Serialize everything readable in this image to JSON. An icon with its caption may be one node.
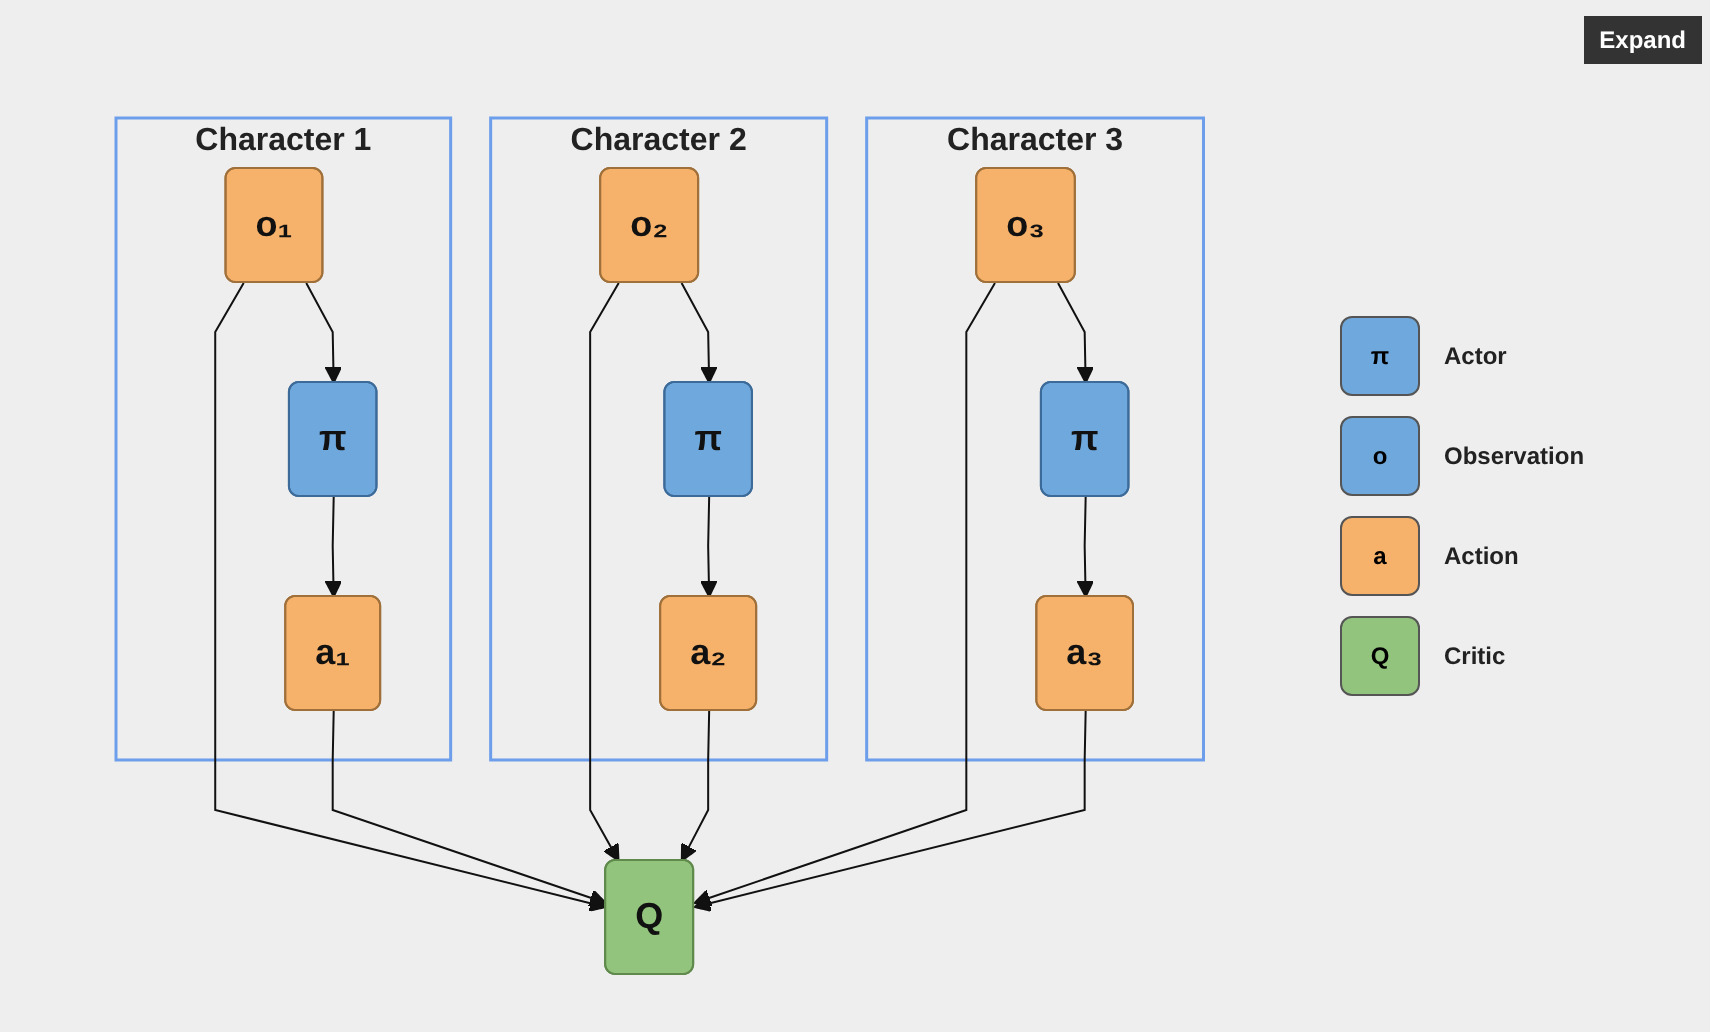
{
  "diagram": {
    "nodes": [
      {
        "text": [
          "Character 1"
        ]
      },
      {
        "text": [
          "π"
        ],
        "in": 0
      },
      {
        "text": [
          "o₁"
        ],
        "in": 0
      },
      {
        "text": [
          "a₁"
        ],
        "in": 0
      },
      {
        "text": [
          "Character 2"
        ]
      },
      {
        "text": [
          "π"
        ],
        "in": 4
      },
      {
        "text": [
          "o₂"
        ],
        "in": 4
      },
      {
        "text": [
          "a₂"
        ],
        "in": 4
      },
      {
        "text": [
          "Character 3"
        ]
      },
      {
        "text": [
          "π"
        ],
        "in": 8
      },
      {
        "text": [
          "o₃"
        ],
        "in": 8
      },
      {
        "text": [
          "a₃"
        ],
        "in": 8
      },
      {
        "text": [
          "Q"
        ]
      }
    ],
    "edges": [
      {
        "from": 2,
        "to": 1,
        "arrow": "to"
      },
      {
        "from": 1,
        "to": 3,
        "arrow": "to"
      },
      {
        "from": 6,
        "to": 5,
        "arrow": "to"
      },
      {
        "from": 5,
        "to": 7,
        "arrow": "to"
      },
      {
        "from": 10,
        "to": 9,
        "arrow": "to"
      },
      {
        "from": 9,
        "to": 11,
        "arrow": "to"
      },
      {
        "from": 2,
        "to": 12,
        "arrow": "to"
      },
      {
        "from": 3,
        "to": 12,
        "arrow": "to"
      },
      {
        "from": 6,
        "to": 12,
        "arrow": "to"
      },
      {
        "from": 7,
        "to": 12,
        "arrow": "to"
      },
      {
        "from": 10,
        "to": 12,
        "arrow": "to"
      },
      {
        "from": 11,
        "to": 12,
        "arrow": "to"
      }
    ],
    "labels": [
      "Expand",
      "π",
      "o",
      "a",
      "Q"
    ],
    "legend": [
      {
        "text": "Actor",
        "color": "#6fa8dc"
      },
      {
        "text": "Observation",
        "color": "#6fa8dc"
      },
      {
        "text": "Action",
        "color": "#f6b26b"
      },
      {
        "text": "Critic",
        "color": "#93c47d"
      }
    ]
  }
}
